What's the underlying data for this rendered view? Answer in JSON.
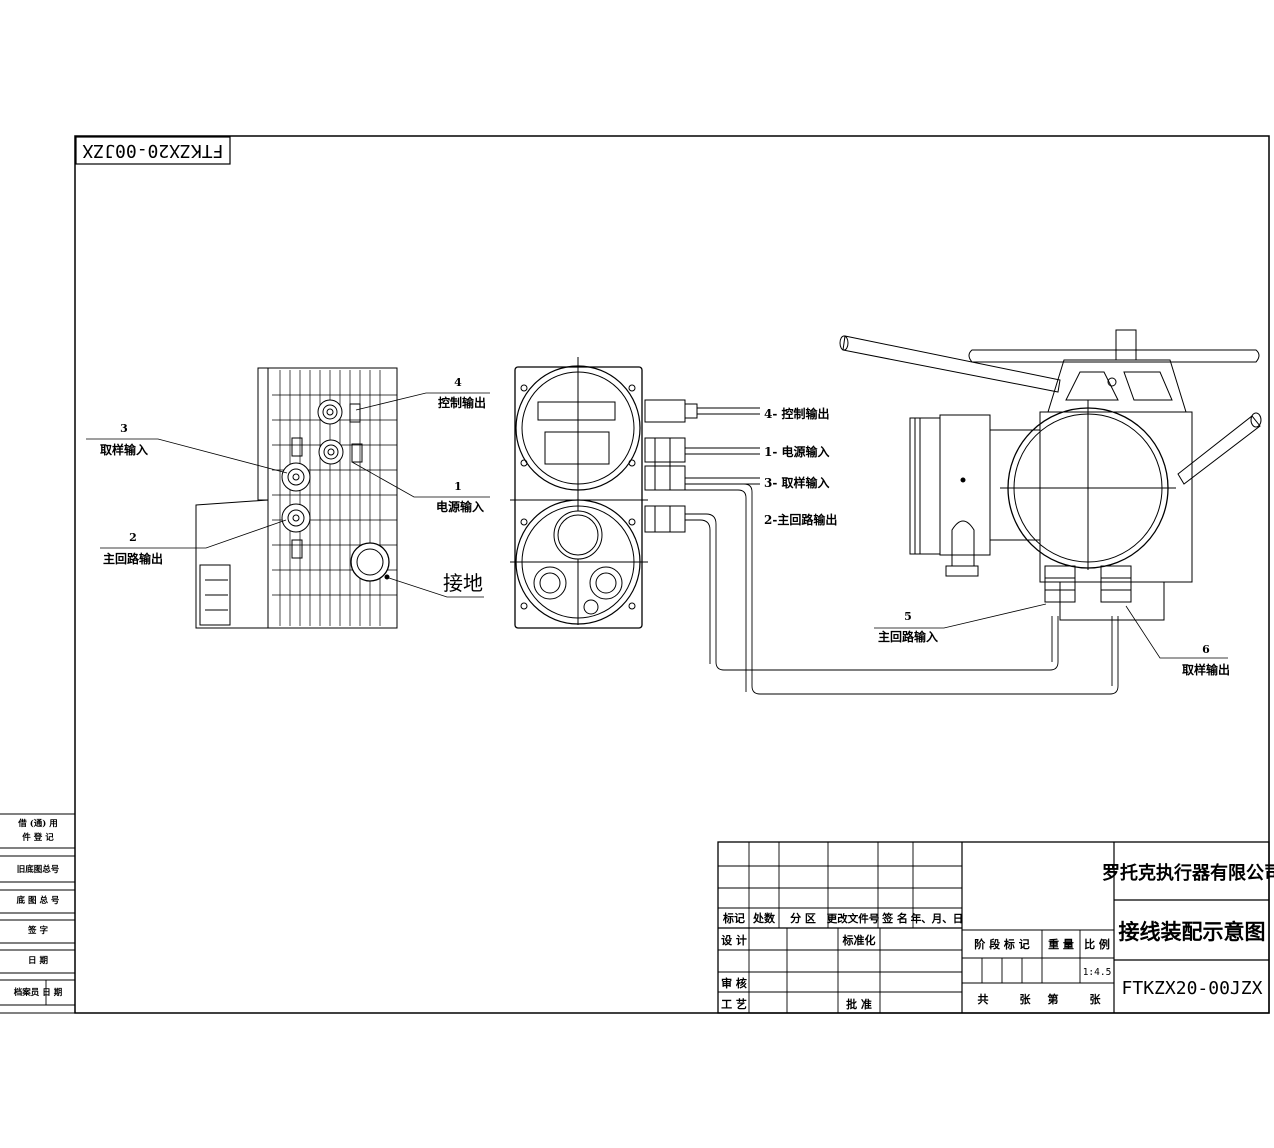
{
  "drawing": {
    "code_rotated": "FTKZX20-00JZX",
    "labels": {
      "l4_num": "4",
      "l4_text": "控制输出",
      "l3_num": "3",
      "l3_text": "取样输入",
      "l1_num": "1",
      "l1_text": "电源输入",
      "l2_num": "2",
      "l2_text": "主回路输出",
      "ground": "接地",
      "r4": "4- 控制输出",
      "r1": "1- 电源输入",
      "r3": "3- 取样输入",
      "r2": "2-主回路输出",
      "l5_num": "5",
      "l5_text": "主回路输入",
      "l6_num": "6",
      "l6_text": "取样输出"
    }
  },
  "left_strip": {
    "rows": [
      "借 (通) 用",
      "件 登 记",
      "旧底图总号",
      "底 图 总 号",
      "签   字",
      "日   期",
      "档案员 日 期"
    ]
  },
  "title_block": {
    "company": "罗托克执行器有限公司",
    "title": "接线装配示意图",
    "code": "FTKZX20-00JZX",
    "cols": {
      "mark": "标记",
      "count": "处数",
      "zone": "分 区",
      "docno": "更改文件号",
      "sign": "签 名",
      "date": "年、月、日"
    },
    "design": "设 计",
    "standard": "标准化",
    "review": "审 核",
    "process": "工 艺",
    "approve": "批 准",
    "stage": "阶 段 标 记",
    "weight": "重 量",
    "scale_label": "比 例",
    "scale": "1:4.5",
    "sheets_total": "共",
    "sheets_unit": "张",
    "sheet_no": "第",
    "sheet_unit2": "张"
  }
}
